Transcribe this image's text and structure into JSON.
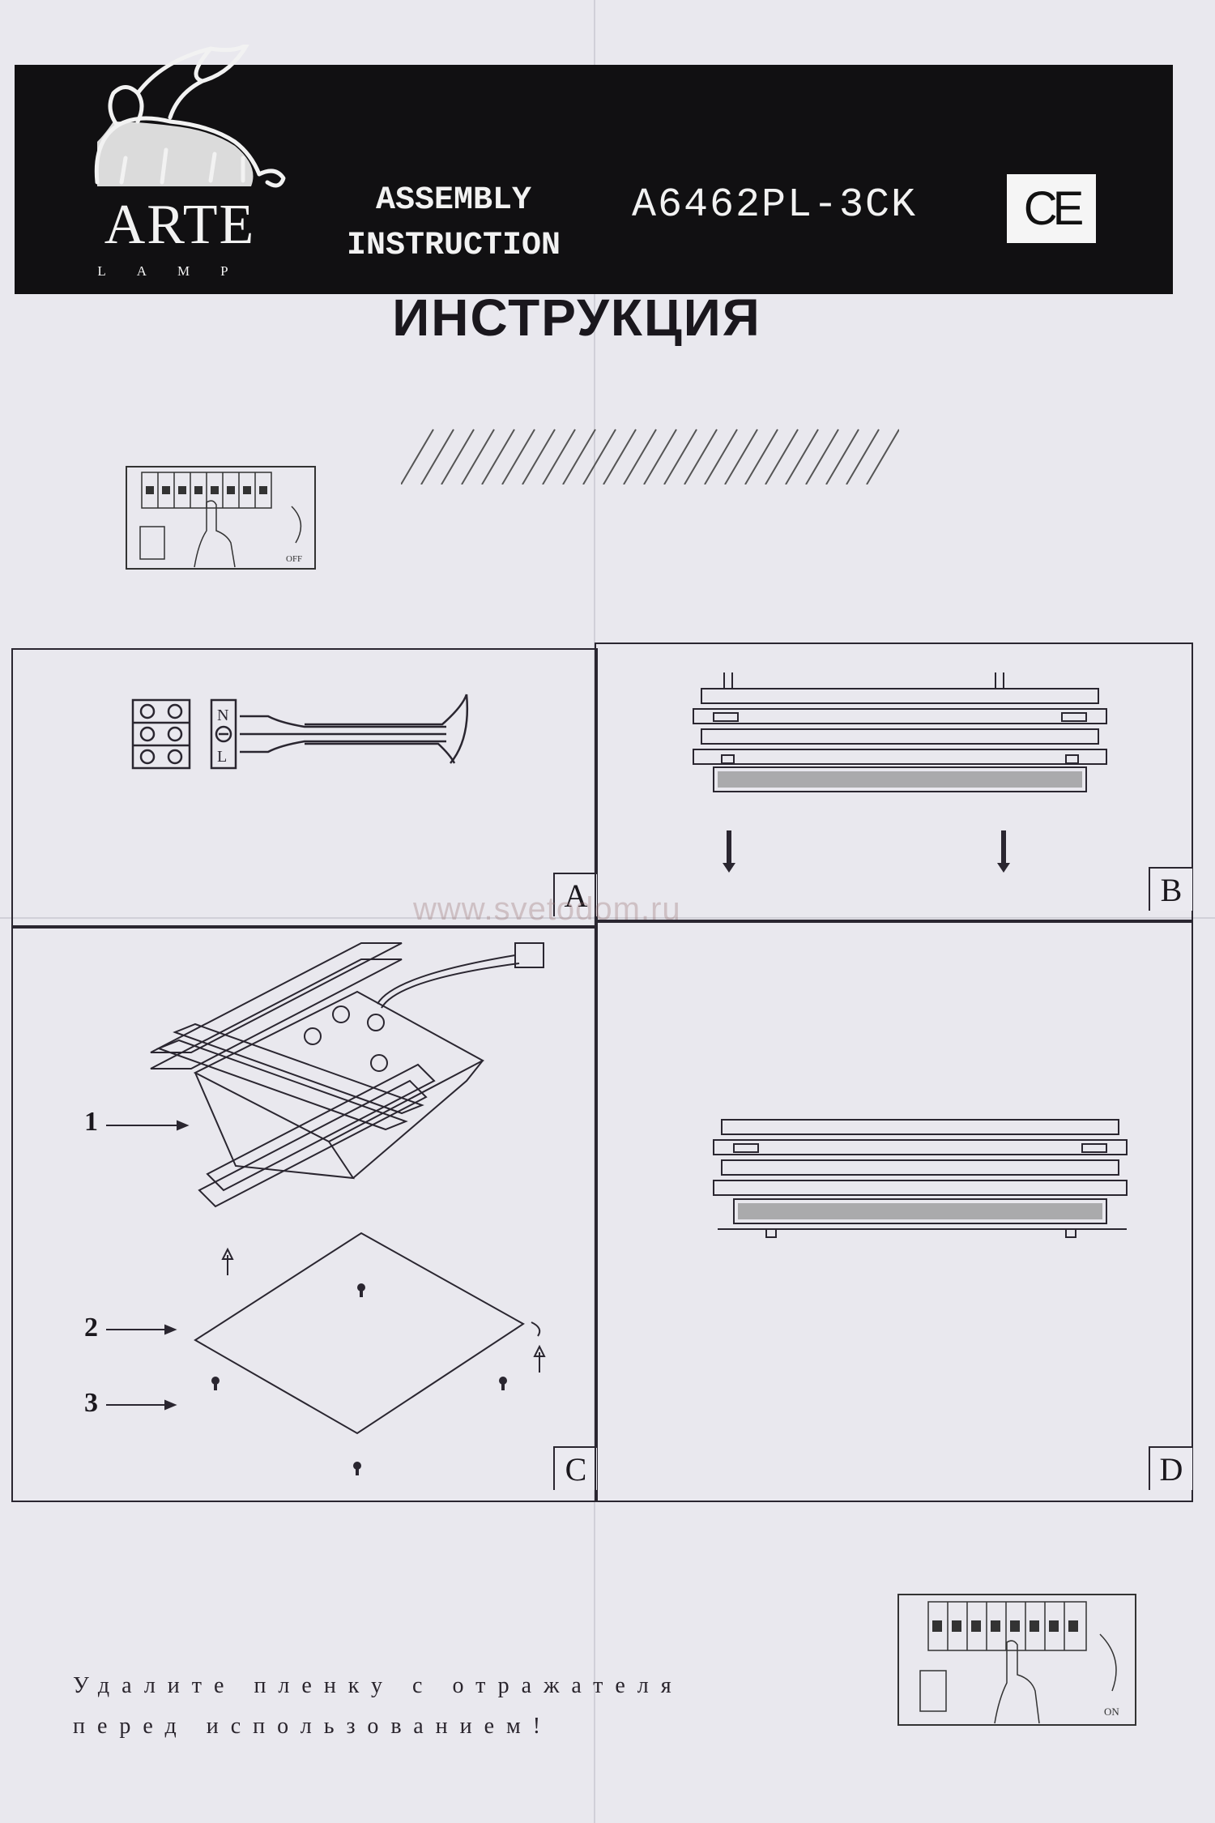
{
  "header": {
    "brand": "ARTE",
    "brand_sub": "LAMP",
    "assembly_line1": "ASSEMBLY",
    "assembly_line2": "INSTRUCTION",
    "model": "A6462PL-3CK",
    "ce_mark": "CE"
  },
  "title": "ИНСТРУКЦИЯ",
  "switch_top": {
    "label_off": "OFF",
    "icon": "breaker-switch-off-icon"
  },
  "switch_bottom": {
    "label_on": "ON",
    "icon": "breaker-switch-on-icon"
  },
  "panels": {
    "a": {
      "label": "A",
      "terminal_labels": [
        "N",
        "L"
      ]
    },
    "b": {
      "label": "B"
    },
    "c": {
      "label": "C",
      "callouts": [
        "1",
        "2",
        "3"
      ]
    },
    "d": {
      "label": "D"
    }
  },
  "watermark": "www.svetodom.ru",
  "footer": {
    "line1": "Удалите пленку с отражателя",
    "line2": "перед использованием!"
  }
}
